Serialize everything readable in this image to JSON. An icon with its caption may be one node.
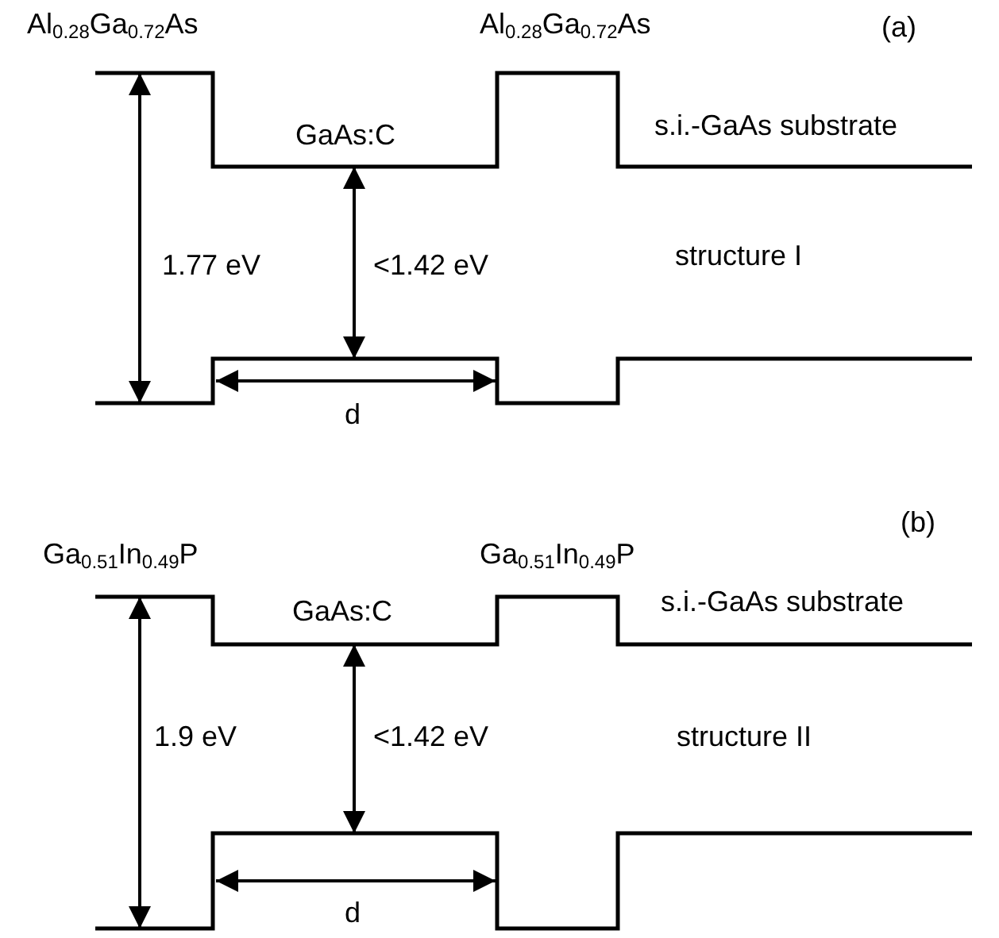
{
  "diagram": {
    "labels": [
      "Al$_{0.28}$Ga$_{0.72}$As",
      "Al$_{0.28}$Ga$_{0.72}$As",
      "(a)",
      "GaAs:C",
      "s.i.-GaAs substrate",
      "1.77 eV",
      "<1.42 eV",
      "structure I",
      "d",
      "(b)",
      "Ga$_{0.51}$In$_{0.49}$P",
      "Ga$_{0.51}$In$_{0.49}$P",
      "GaAs:C",
      "s.i.-GaAs substrate",
      "1.9 eV",
      "<1.42 eV",
      "structure II",
      "d"
    ]
  }
}
